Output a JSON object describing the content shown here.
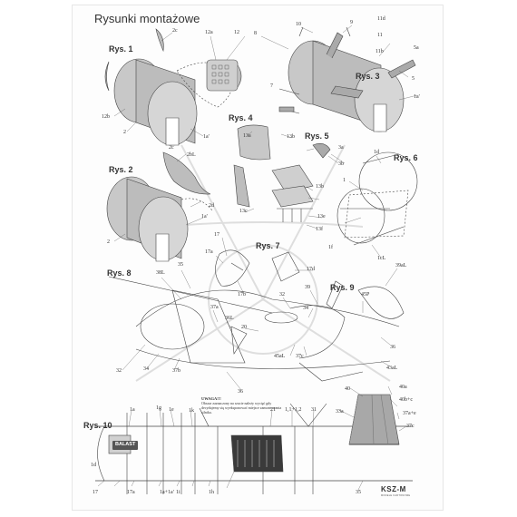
{
  "title": "Rysunki montażowe",
  "figures": [
    {
      "key": "rys1",
      "label": "Rys. 1"
    },
    {
      "key": "rys2",
      "label": "Rys. 2"
    },
    {
      "key": "rys3",
      "label": "Rys. 3"
    },
    {
      "key": "rys4",
      "label": "Rys. 4"
    },
    {
      "key": "rys5",
      "label": "Rys. 5"
    },
    {
      "key": "rys6",
      "label": "Rys. 6"
    },
    {
      "key": "rys7",
      "label": "Rys. 7"
    },
    {
      "key": "rys8",
      "label": "Rys. 8"
    },
    {
      "key": "rys9",
      "label": "Rys. 9"
    },
    {
      "key": "rys10",
      "label": "Rys. 10"
    }
  ],
  "labels": [
    "2c",
    "12a",
    "12",
    "8",
    "10",
    "9",
    "11d",
    "11",
    "11b",
    "5a",
    "5",
    "1a'",
    "7",
    "12b",
    "2",
    "1a'",
    "13a",
    "13b",
    "3a",
    "3b",
    "2c",
    "2bL",
    "1d",
    "1",
    "1f",
    "1cL",
    "2d",
    "1a'",
    "2",
    "13b",
    "13c",
    "13e",
    "13f",
    "17",
    "17a",
    "17d",
    "17b",
    "38L",
    "35",
    "32",
    "39",
    "45P",
    "39aL",
    "37a",
    "36L",
    "20",
    "36",
    "34",
    "45aL",
    "37c",
    "43aL",
    "32",
    "34",
    "37b",
    "36",
    "40",
    "40a",
    "40b+c",
    "37a+e",
    "37c",
    "21",
    "1,1+1,2",
    "31",
    "33a",
    "35",
    "1a",
    "1g",
    "1e",
    "1a+1a'",
    "1i",
    "1k",
    "1h",
    "17",
    "1d",
    "17a"
  ],
  "note": {
    "heading": "UWAGA!!!",
    "text": "Obszar zaznaczony na rzucie należy wycięć gdy decydujemy się wyeksponować miejsce zamontowania silnika."
  },
  "balast": "BALAST",
  "brand": {
    "name": "KSZ-M",
    "tagline": "MODELE KARTONOWE"
  },
  "colors": {
    "part_fill": "#c4c4c4",
    "line": "#444444",
    "watermark": "#dcdcdc"
  }
}
